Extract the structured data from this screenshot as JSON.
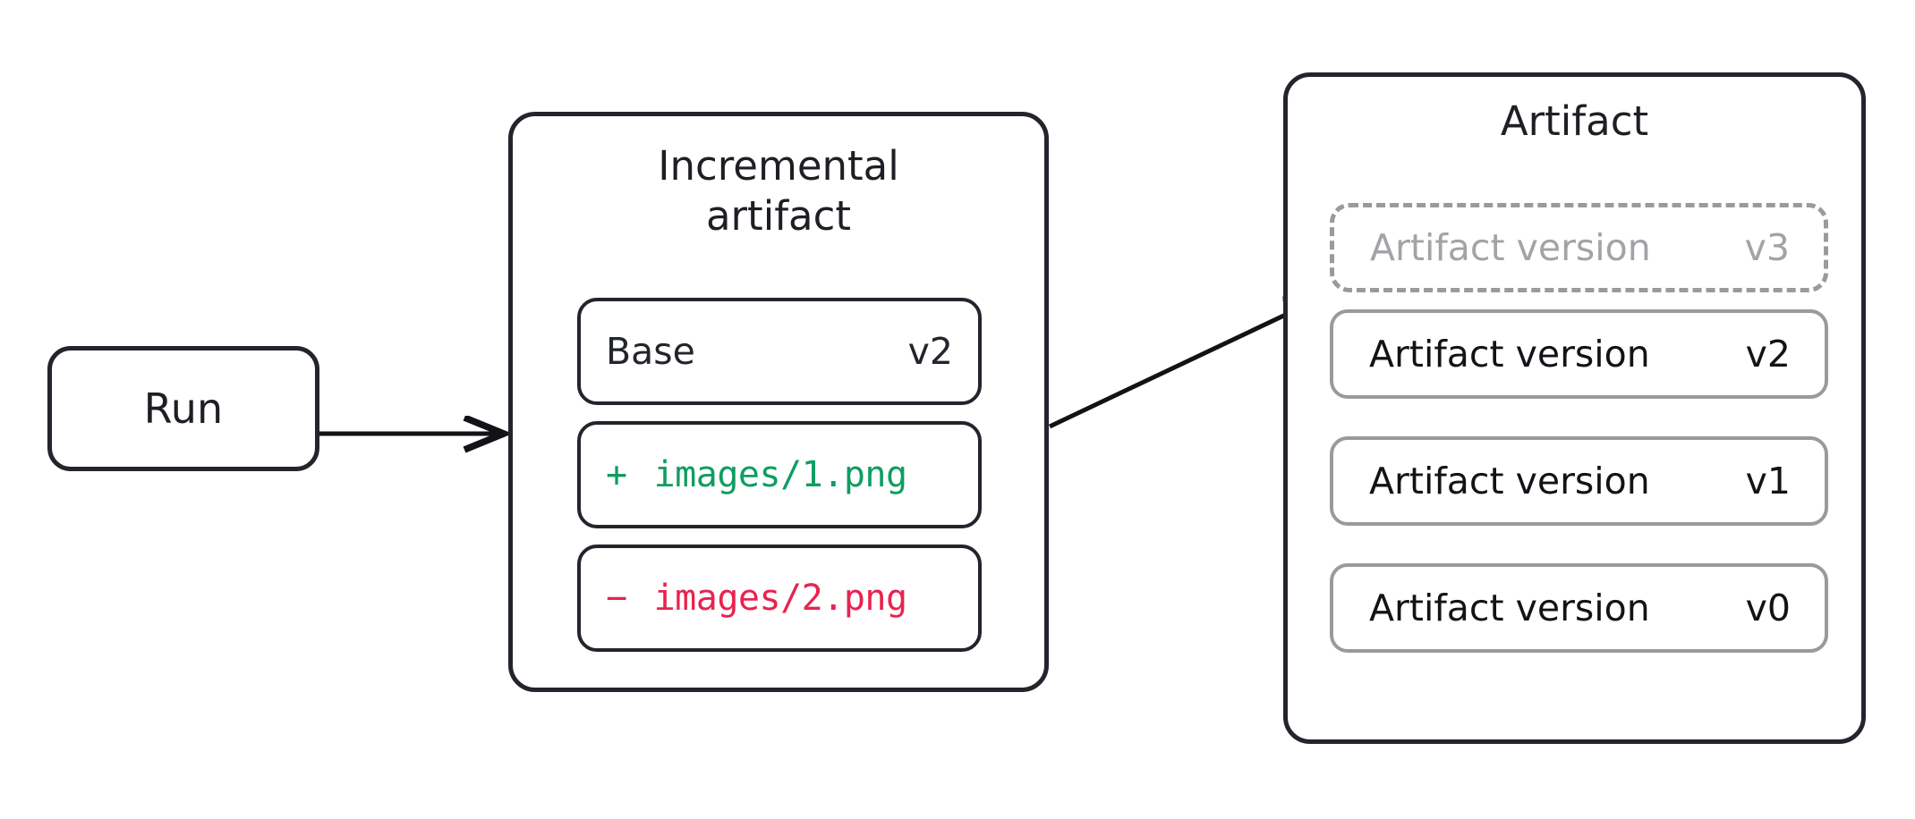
{
  "diagram": {
    "title": "Incremental artifact to artifact versions",
    "background_color": "#ffffff",
    "stroke_color": "#22252b",
    "muted_stroke_color": "#9a9a9e",
    "add_color": "#0f9d62",
    "delete_color": "#e8234f"
  },
  "run": {
    "label": "Run"
  },
  "incremental": {
    "title_line1": "Incremental",
    "title_line2": "artifact",
    "base": {
      "label": "Base",
      "version": "v2"
    },
    "changes": [
      {
        "sign": "+",
        "path": "images/1.png",
        "type": "added",
        "color": "#0f9d62"
      },
      {
        "sign": "−",
        "path": "images/2.png",
        "type": "deleted",
        "color": "#e8234f"
      }
    ]
  },
  "artifact": {
    "title": "Artifact",
    "versions": [
      {
        "label": "Artifact version",
        "version": "v3",
        "state": "pending"
      },
      {
        "label": "Artifact version",
        "version": "v2",
        "state": "existing"
      },
      {
        "label": "Artifact version",
        "version": "v1",
        "state": "existing"
      },
      {
        "label": "Artifact version",
        "version": "v0",
        "state": "existing"
      }
    ]
  },
  "arrows": [
    {
      "name": "run-to-incremental",
      "from": "Run",
      "to": "Incremental artifact"
    },
    {
      "name": "incremental-to-artifact-version",
      "from": "Incremental artifact",
      "to": "Artifact version v3"
    }
  ]
}
